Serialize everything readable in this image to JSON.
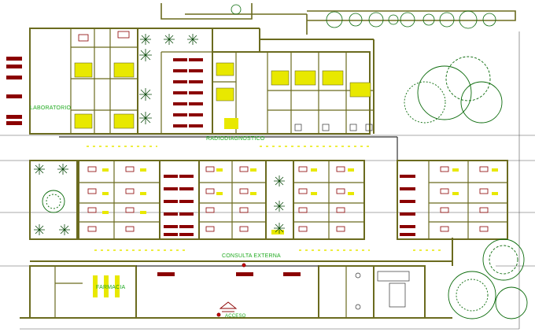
{
  "plan": {
    "labels": {
      "laboratorio": "LABORATORIO",
      "radiodiagnostico": "RADIODIAGNOSTICO",
      "consulta_externa": "CONSULTA EXTERNA",
      "farmacia": "FARMACIA",
      "acceso": "ACCESO"
    },
    "colors": {
      "wall": "#6b6b1f",
      "wall_dark": "#333333",
      "fixture": "#e8e800",
      "furniture": "#8b0000",
      "label": "#1faa1f",
      "tree": "#0a6a0a",
      "dimension": "#444444"
    },
    "icons": [
      "tree-icon",
      "palm-icon",
      "table-icon",
      "bed-icon",
      "north-arrow-icon"
    ]
  }
}
